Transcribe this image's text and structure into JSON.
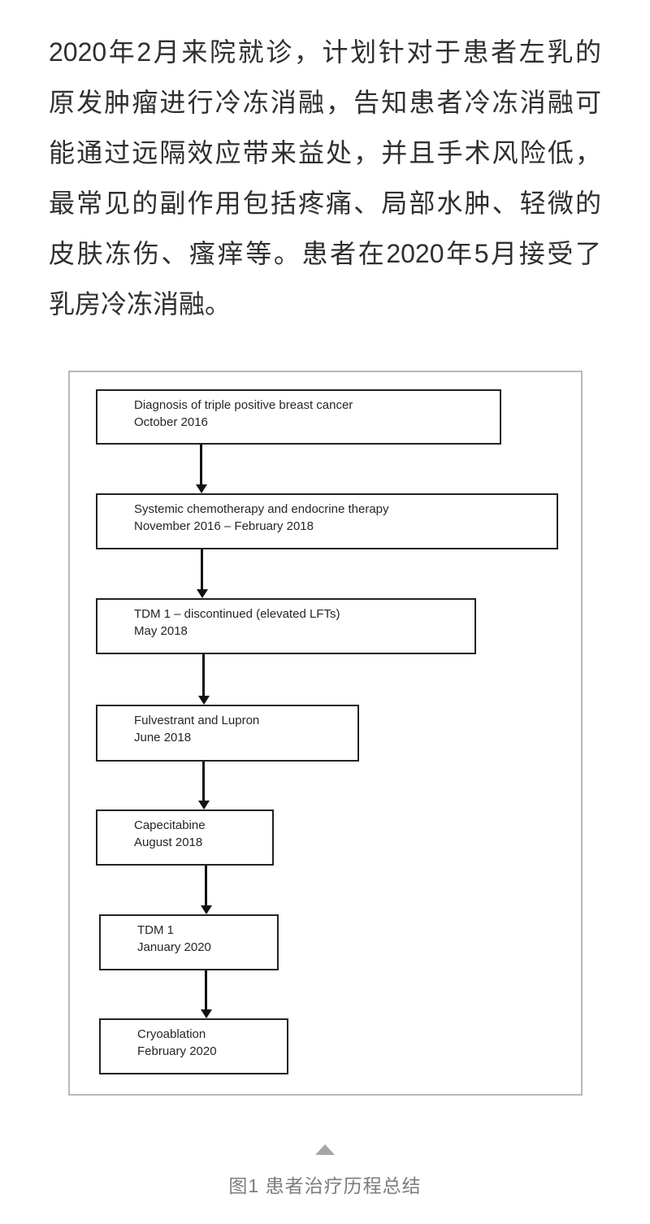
{
  "paragraph": {
    "text_color": "#2f2f2f",
    "lines": [
      "2020年2月来院就诊，计划针对于患者左乳的",
      "原发肿瘤进行冷冻消融，告知患者冷冻消融可",
      "能通过远隔效应带来益处，并且手术风险低，",
      "最常见的副作用包括疼痛、局部水肿、轻微的",
      "皮肤冻伤、瘙痒等。患者在2020年5月接受了",
      "乳房冷冻消融。"
    ]
  },
  "figure": {
    "frame_border_color": "#b9b9b9",
    "node_border_color": "#222222",
    "arrow_color": "#111111",
    "boxes": [
      {
        "title": "Diagnosis of triple positive breast cancer",
        "date": "October 2016"
      },
      {
        "title": "Systemic chemotherapy and endocrine therapy",
        "date": "November 2016 – February 2018"
      },
      {
        "title": "TDM 1 – discontinued (elevated LFTs)",
        "date": "May 2018"
      },
      {
        "title": "Fulvestrant and Lupron",
        "date": "June 2018"
      },
      {
        "title": "Capecitabine",
        "date": "August 2018"
      },
      {
        "title": "TDM 1",
        "date": "January 2020"
      },
      {
        "title": "Cryoablation",
        "date": "February 2020"
      }
    ]
  },
  "caption": {
    "triangle_icon": "up-triangle",
    "triangle_color": "#a6a6a6",
    "text": "图1 患者治疗历程总结",
    "text_color": "#7d7d7d"
  }
}
